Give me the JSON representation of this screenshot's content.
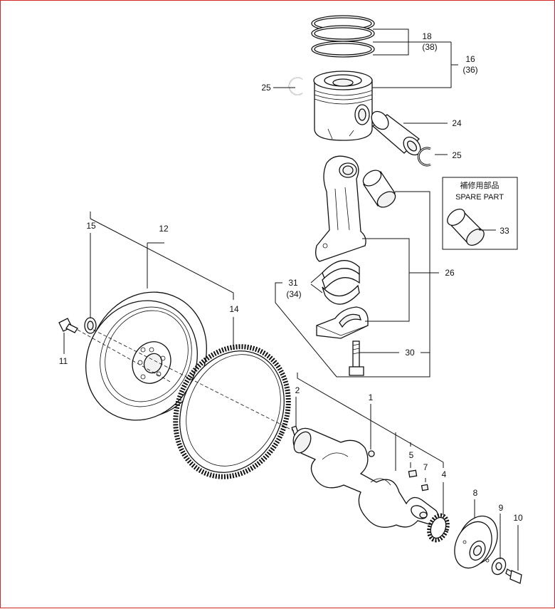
{
  "diagram": {
    "labels": {
      "p1": "1",
      "p2": "2",
      "p4": "4",
      "p5": "5",
      "p7": "7",
      "p8": "8",
      "p9": "9",
      "p10": "10",
      "p11": "11",
      "p12": "12",
      "p14": "14",
      "p15": "15",
      "p16": "16",
      "p16alt": "(36)",
      "p18": "18",
      "p18alt": "(38)",
      "p24": "24",
      "p25a": "25",
      "p25b": "25",
      "p26": "26",
      "p30": "30",
      "p31": "31",
      "p31alt": "(34)",
      "p33": "33"
    },
    "spare_box": {
      "title_jp": "補修用部品",
      "title_en": "SPARE PART"
    },
    "colors": {
      "border": "#d22a2a",
      "line": "#111111"
    }
  }
}
